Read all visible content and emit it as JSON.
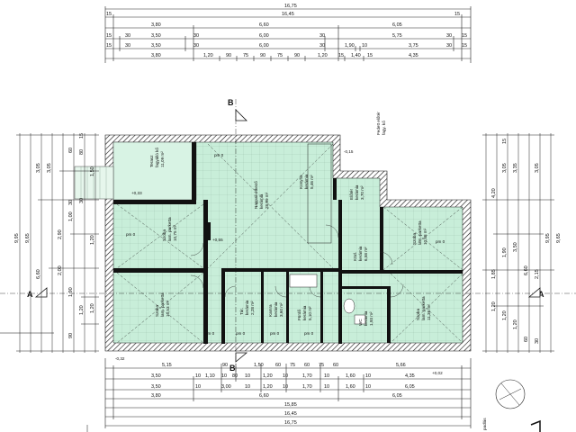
{
  "top_dims": {
    "row1": [
      "16,75"
    ],
    "row2": [
      "15",
      "16,45",
      "15"
    ],
    "row3": [
      "3,80",
      "6,60",
      "6,05"
    ],
    "row4": [
      "15",
      "30",
      "3,50",
      "30",
      "6,00",
      "30",
      "5,75",
      "30",
      "15"
    ],
    "row5": [
      "15",
      "30",
      "3,50",
      "30",
      "6,00",
      "30",
      "1,90",
      "10",
      "3,75",
      "30",
      "15"
    ],
    "row6": [
      "3,80",
      "1,20",
      "90",
      "75",
      "90",
      "75",
      "90",
      "1,20",
      "15",
      "1,40",
      "15",
      "4,35"
    ]
  },
  "bottom_dims": {
    "row1": [
      "5,15",
      "90",
      "1,50",
      "60",
      "75",
      "60",
      "75",
      "60",
      "5,66"
    ],
    "row2": [
      "3,50",
      "10",
      "1,10",
      "10",
      "80",
      "10",
      "1,20",
      "10",
      "1,70",
      "10",
      "1,60",
      "10",
      "4,35"
    ],
    "row3": [
      "3,50",
      "10",
      "3,00",
      "10",
      "1,20",
      "10",
      "1,70",
      "10",
      "1,60",
      "10",
      "6,05"
    ],
    "row4": [
      "3,80",
      "6,60",
      "6,05"
    ],
    "row5": [
      "15,85"
    ],
    "row6": [
      "16,45"
    ],
    "row7": [
      "16,75"
    ]
  },
  "left_dims": {
    "outer": [
      "9,95",
      "9,65"
    ],
    "inner": [
      "3,05",
      "3,05",
      "6,60",
      "2,90",
      "2,00",
      "1,00",
      "30",
      "60",
      "80",
      "15",
      "30",
      "1,50",
      "1,20",
      "1,20",
      "1,20",
      "1,90",
      "90"
    ]
  },
  "right_dims": {
    "outer": [
      "9,95",
      "9,65"
    ],
    "inner": [
      "3,05",
      "3,05",
      "6,60",
      "4,20",
      "3,50",
      "3,35",
      "1,90",
      "1,85",
      "1,20",
      "1,20",
      "1,20",
      "2,15",
      "60",
      "30",
      "15"
    ]
  },
  "section_marks": {
    "a_left": "A",
    "a_right": "A",
    "b_top": "B",
    "b_bottom": "B"
  },
  "rooms": [
    {
      "name": "Terasz",
      "sub": "fagyálló kő",
      "area": "11,09 m²",
      "floor": "pm 0"
    },
    {
      "name": "Szoba",
      "sub": "lam. parketta",
      "area": "10,75 m²",
      "floor": "pm 0"
    },
    {
      "name": "Szoba",
      "sub": "lam. parketta",
      "area": "10,53 m²",
      "floor": "pm 0"
    },
    {
      "name": "Nappali-étkező",
      "sub": "kerámia",
      "area": "28,99 m²",
      "floor": "pm 0"
    },
    {
      "name": "Konyha",
      "sub": "kerámia",
      "area": "5,46 m²",
      "floor": "pm 0"
    },
    {
      "name": "Előtér",
      "sub": "kerámia",
      "area": "3,70 m²",
      "floor": "pm 0"
    },
    {
      "name": "Szoba",
      "sub": "lam. parketta",
      "area": "10,88 m²",
      "floor": "pm 0"
    },
    {
      "name": "Szoba",
      "sub": "lam. parketta",
      "area": "11,36 m²",
      "floor": "pm 0"
    },
    {
      "name": "Közl.",
      "sub": "kerámia",
      "area": "6,58 m²",
      "floor": "pm 0"
    },
    {
      "name": "Kamra",
      "sub": "kerámia",
      "area": "3,60 m²",
      "floor": "pm 0"
    },
    {
      "name": "Fürdő",
      "sub": "kerámia",
      "area": "5,10 m²",
      "floor": "pm 0"
    },
    {
      "name": "WC",
      "sub": "kerámia",
      "area": "1,93 m²",
      "floor": "pm 0"
    },
    {
      "name": "Tár.",
      "sub": "kerámia",
      "area": "2,28 m²",
      "floor": "pm 0"
    }
  ],
  "annotations": {
    "fedett_eloter": "Fedett előtér",
    "fedett_eloter_2": "fagy. kő",
    "floor_level_1": "+0,55",
    "floor_level_2": "+0,33",
    "floor_level_3": "-0,15",
    "floor_level_4": "-0,32",
    "floor_level_5": "+0,02",
    "corner_label": "padlás"
  },
  "colors": {
    "room_fill": "#c8eed9",
    "wall": "#111111",
    "line": "#222222"
  }
}
